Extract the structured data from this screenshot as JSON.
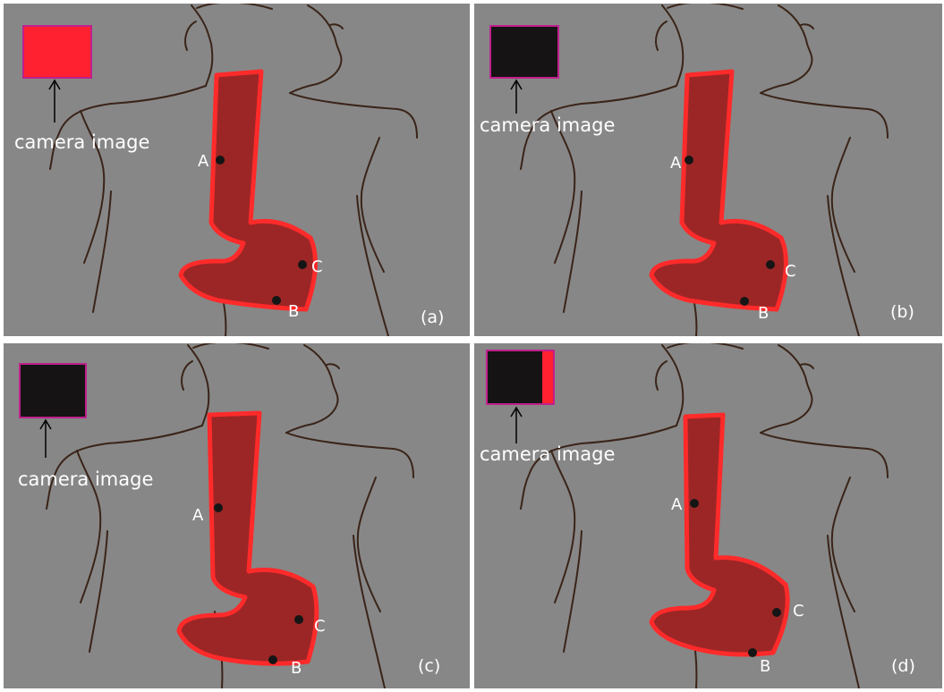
{
  "figure": {
    "camera_caption": "camera image",
    "colors": {
      "background": "#878787",
      "outline": "#3a2418",
      "stomach_fill": "#9c2626",
      "stomach_border": "#ff2a2a",
      "camera_red": "#ff2030",
      "camera_black": "#151314",
      "camera_border": "#c0208c",
      "marker": "#151515",
      "text": "#ffffff"
    },
    "panels": [
      {
        "label": "(a)",
        "camera_state": "red",
        "points": [
          "A",
          "B",
          "C"
        ]
      },
      {
        "label": "(b)",
        "camera_state": "black",
        "points": [
          "A",
          "B",
          "C"
        ]
      },
      {
        "label": "(c)",
        "camera_state": "black",
        "points": [
          "A",
          "B",
          "C"
        ]
      },
      {
        "label": "(d)",
        "camera_state": "black-with-red-edge",
        "points": [
          "A",
          "B",
          "C"
        ]
      }
    ]
  }
}
